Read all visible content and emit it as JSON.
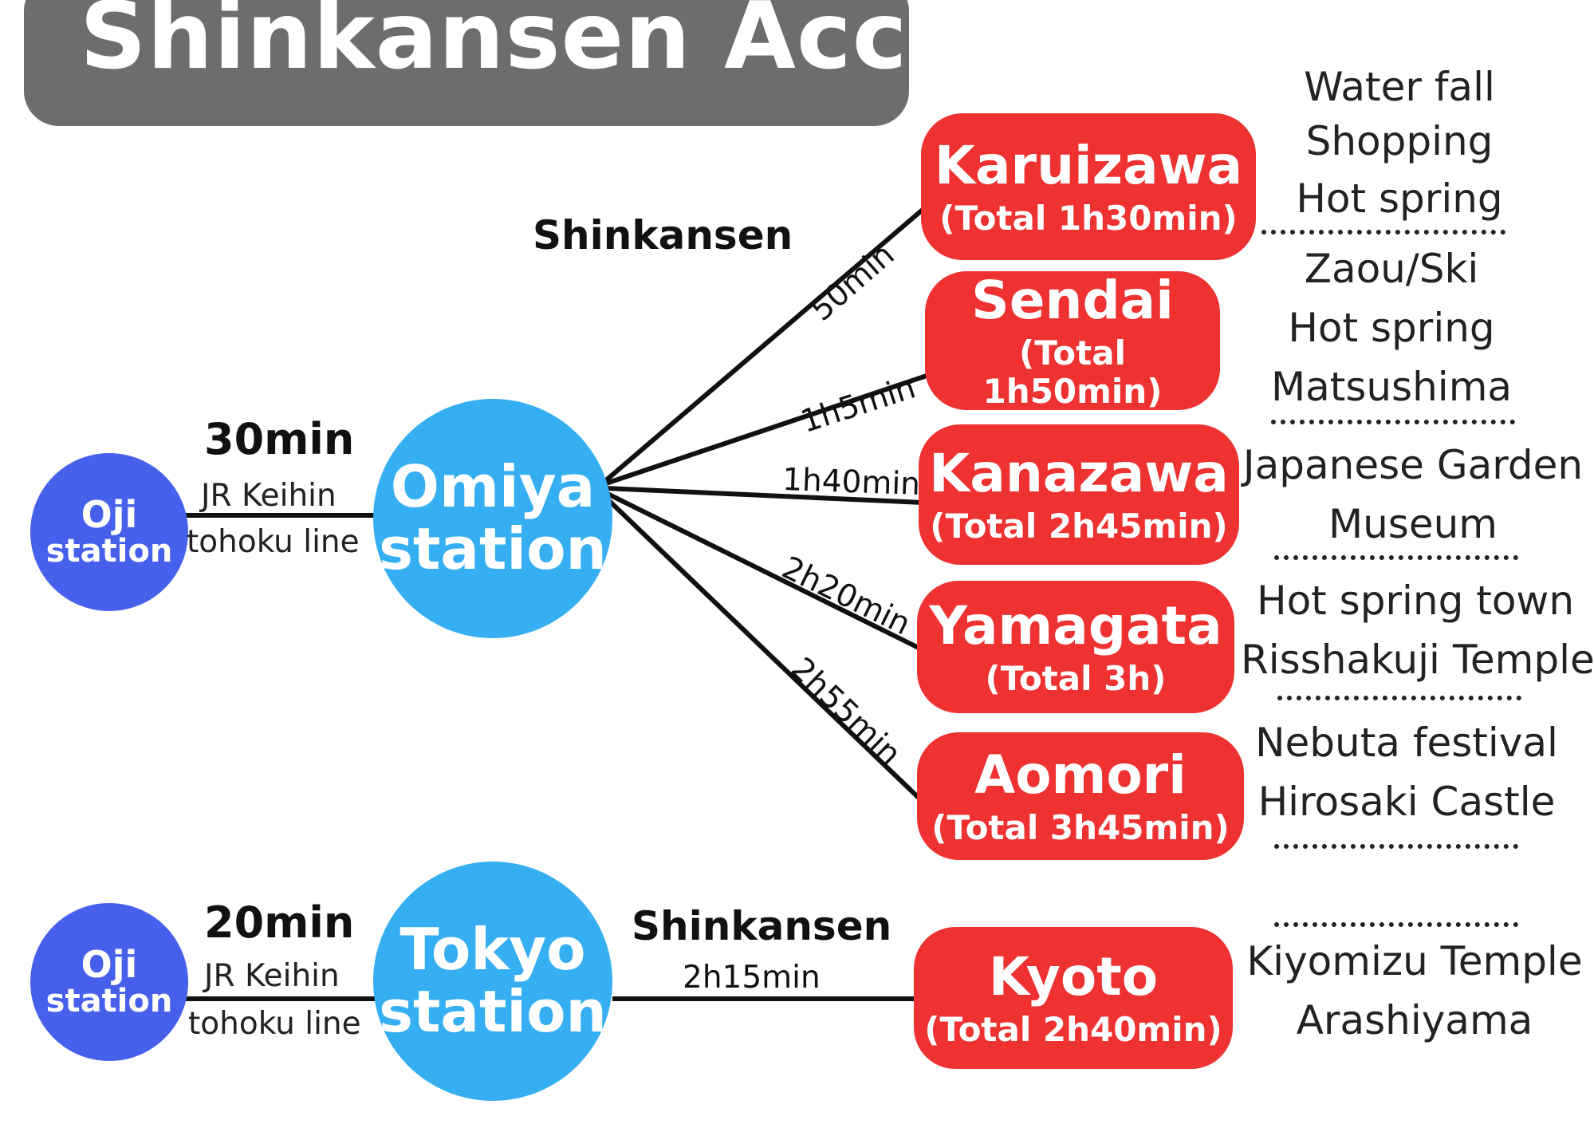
{
  "title": "Shinkansen Access",
  "colors": {
    "title_bg": "#6d6d6d",
    "origin_station": "#4660ec",
    "hub_station": "#35aef2",
    "destination": "#ee3131"
  },
  "upper": {
    "origin": {
      "line1": "Oji",
      "line2": "station"
    },
    "local_time": "30min",
    "local_line": {
      "line1": "JR Keihin",
      "line2": "tohoku line"
    },
    "hub": {
      "line1": "Omiya",
      "line2": "station"
    },
    "shinkansen_label": "Shinkansen",
    "routes": [
      {
        "time": "50min",
        "name": "Karuizawa",
        "total": "(Total 1h30min)"
      },
      {
        "time": "1h5min",
        "name": "Sendai",
        "total": "(Total 1h50min)"
      },
      {
        "time": "1h40min",
        "name": "Kanazawa",
        "total": "(Total 2h45min)"
      },
      {
        "time": "2h20min",
        "name": "Yamagata",
        "total": "(Total 3h)"
      },
      {
        "time": "2h55min",
        "name": "Aomori",
        "total": "(Total 3h45min)"
      }
    ]
  },
  "lower": {
    "origin": {
      "line1": "Oji",
      "line2": "station"
    },
    "local_time": "20min",
    "local_line": {
      "line1": "JR Keihin",
      "line2": "tohoku line"
    },
    "hub": {
      "line1": "Tokyo",
      "line2": "station"
    },
    "shinkansen_label": "Shinkansen",
    "route": {
      "time": "2h15min",
      "name": "Kyoto",
      "total": "(Total 2h40min)"
    }
  },
  "attractions": [
    [
      "Water fall",
      "Shopping",
      "Hot spring"
    ],
    [
      "Zaou/Ski",
      "Hot spring",
      "Matsushima"
    ],
    [
      "Japanese Garden",
      "Museum"
    ],
    [
      "Hot spring town",
      "Risshakuji Temple"
    ],
    [
      "Nebuta festival",
      "Hirosaki Castle"
    ],
    [
      "Kiyomizu Temple",
      "Arashiyama"
    ]
  ]
}
